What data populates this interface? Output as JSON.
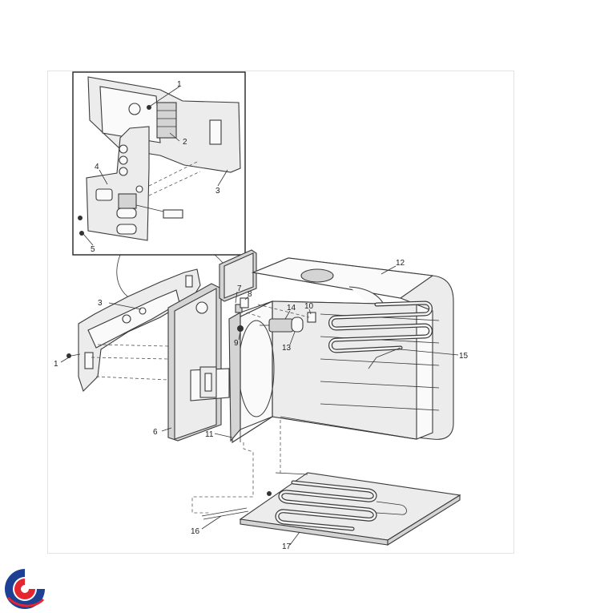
{
  "diagram": {
    "callouts": {
      "c1_inset": "1",
      "c2": "2",
      "c3_inset": "3",
      "c4": "4",
      "c5": "5",
      "c3_main": "3",
      "c1_main": "1",
      "c6": "6",
      "c7": "7",
      "c8": "8",
      "c9": "9",
      "c10": "10",
      "c11": "11",
      "c12": "12",
      "c13": "13",
      "c14": "14",
      "c15": "15",
      "c16": "16",
      "c17": "17"
    }
  },
  "colors": {
    "logo_blue": "#1d3f94",
    "logo_red": "#e3262f",
    "line": "#333333"
  },
  "logo": {
    "icon": "brand-swirl-logo-icon"
  }
}
